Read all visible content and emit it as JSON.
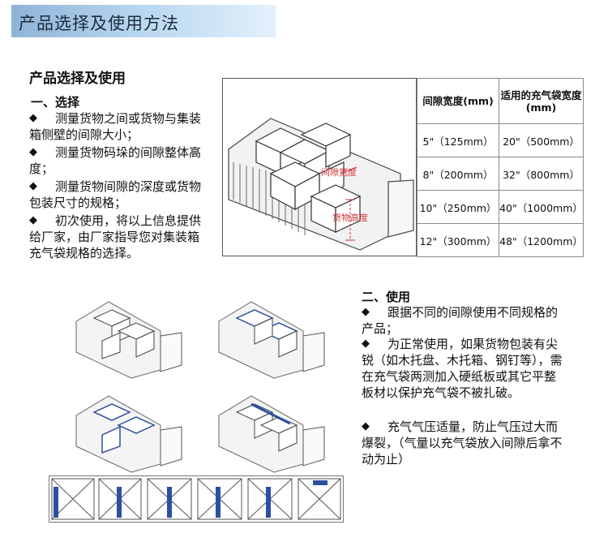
{
  "banner": {
    "title": "产品选择及使用方法"
  },
  "section": {
    "title": "产品选择及使用"
  },
  "selection": {
    "heading": "一、选择",
    "items": [
      "测量货物之间或货物与集装箱侧壁的间隙大小；",
      "测量货物码垛的间隙整体高度；",
      "测量货物间隙的深度或货物包装尺寸的规格；",
      "初次使用，将以上信息提供给厂家，由厂家指导您对集装箱充气袋规格的选择。"
    ]
  },
  "diagram": {
    "gap_width_label": "间隙宽度",
    "cargo_height_label": "货物高度"
  },
  "size_table": {
    "headers": [
      "间隙宽度(mm)",
      "适用的充气袋宽度(mm)"
    ],
    "rows": [
      [
        "5\"（125mm）",
        "20\"（500mm）"
      ],
      [
        "8\"（200mm）",
        "32\"（800mm）"
      ],
      [
        "10\"（250mm）",
        "40\"（1000mm）"
      ],
      [
        "12\"（300mm）",
        "48\"（1200mm）"
      ]
    ]
  },
  "usage": {
    "heading": "二、使用",
    "items": [
      "跟据不同的间隙使用不同规格的产品；",
      "为正常使用，如果货物包装有尖锐（如木托盘、木托箱、钢钉等），需在充气袋两测加入硬纸板或其它平整板材以保护充气袋不被扎破。",
      "充气气压适量，防止气压过大而爆裂，（气量以充气袋放入间隙后拿不动为止）"
    ]
  },
  "colors": {
    "airbag_blue": "#2c4fa0",
    "banner_start": "#8fb3d8",
    "banner_end": "#e3f1fc"
  }
}
